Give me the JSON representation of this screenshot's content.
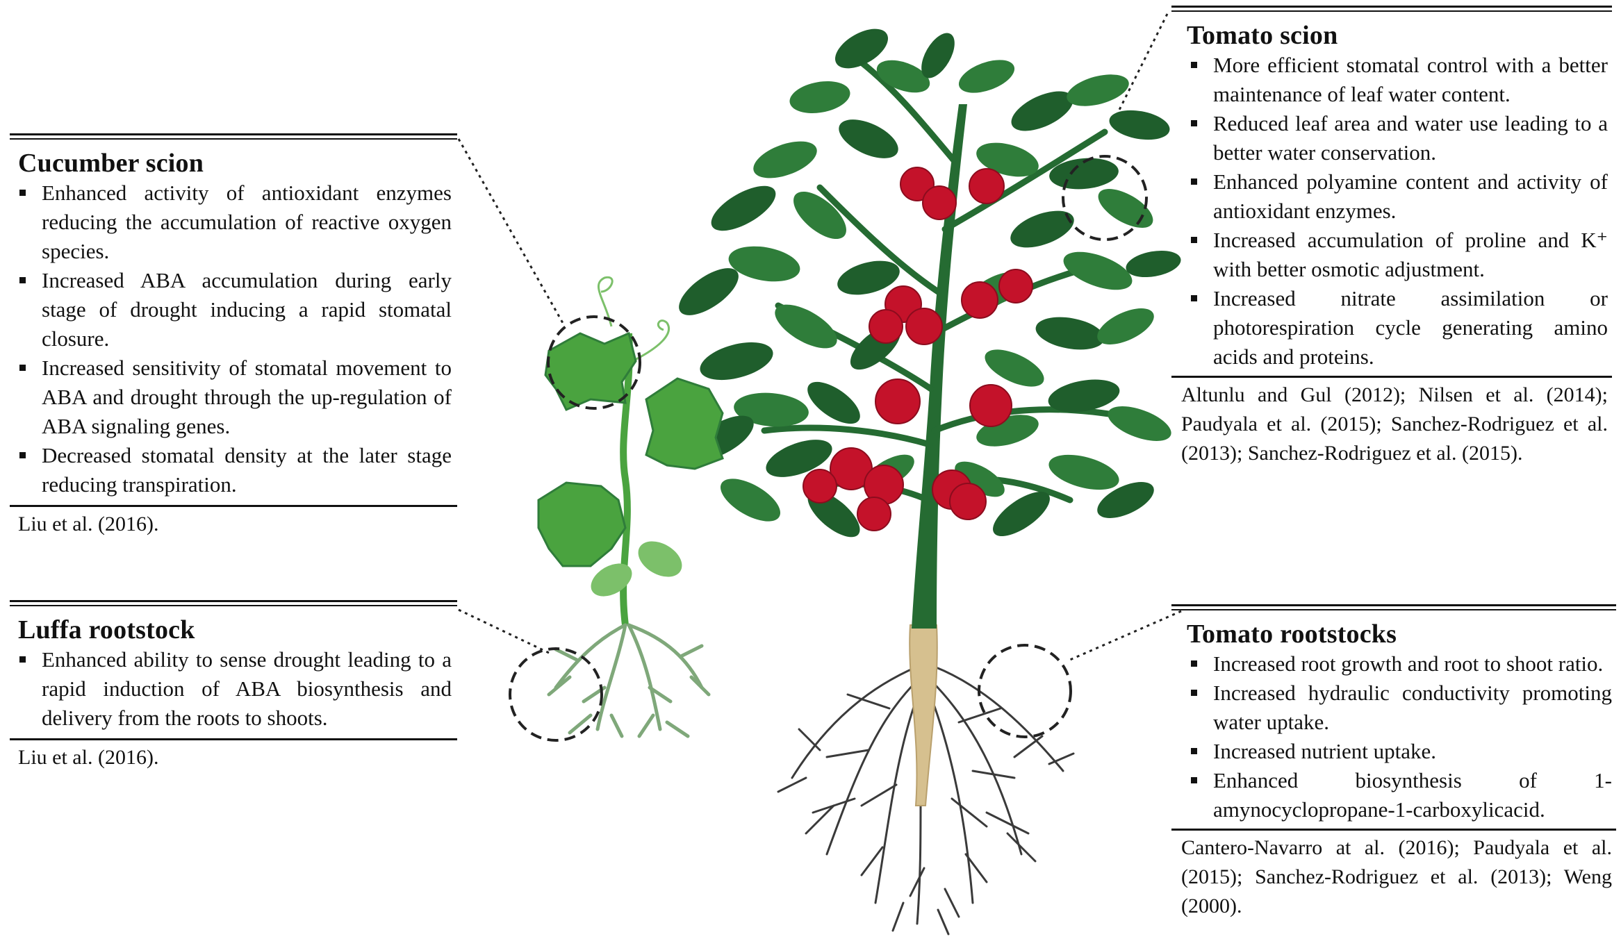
{
  "panels": {
    "cucumber_scion": {
      "title": "Cucumber scion",
      "items": [
        "Enhanced activity of antioxidant enzymes reducing the accumulation of reactive oxygen species.",
        "Increased ABA accumulation during early stage of drought inducing a rapid stomatal closure.",
        "Increased sensitivity of stomatal movement to ABA and drought through the up-regulation of ABA signaling genes.",
        "Decreased stomatal density at the later stage reducing transpiration."
      ],
      "reference": "Liu et al. (2016)."
    },
    "luffa_rootstock": {
      "title": "Luffa rootstock",
      "items": [
        "Enhanced ability to sense drought leading to a rapid induction of ABA biosynthesis and delivery from the roots to shoots."
      ],
      "reference": "Liu et al. (2016)."
    },
    "tomato_scion": {
      "title": "Tomato scion",
      "items": [
        "More efficient stomatal control with a better maintenance of leaf water content.",
        "Reduced leaf area and water use leading to a better water conservation.",
        "Enhanced polyamine content and activity of antioxidant enzymes.",
        "Increased accumulation of proline and K⁺ with better osmotic adjustment.",
        "Increased nitrate assimilation or photorespiration cycle generating amino acids and proteins."
      ],
      "reference": "Altunlu and Gul (2012); Nilsen et al. (2014); Paudyala et al. (2015); Sanchez-Rodriguez et al. (2013); Sanchez-Rodriguez et al. (2015)."
    },
    "tomato_rootstocks": {
      "title": "Tomato rootstocks",
      "items": [
        "Increased root growth and root to shoot ratio.",
        "Increased hydraulic conductivity promoting water uptake.",
        "Increased nutrient uptake.",
        "Enhanced biosynthesis of 1-amynocyclopropane-1-carboxylicacid."
      ],
      "reference": "Cantero-Navarro at al. (2016); Paudyala et al. (2015); Sanchez-Rodriguez et al. (2013); Weng (2000)."
    }
  },
  "colors": {
    "leaf_dark": "#1f5e2c",
    "leaf_mid": "#2f7d3a",
    "stem": "#256b32",
    "fruit": "#c4122a",
    "cucumber_leaf": "#4aa33f",
    "cucumber_light": "#7cc06a",
    "tomato_root": "#d6c08f",
    "root_dark": "#3a3a3a",
    "luffa_root": "#7fa87a"
  }
}
